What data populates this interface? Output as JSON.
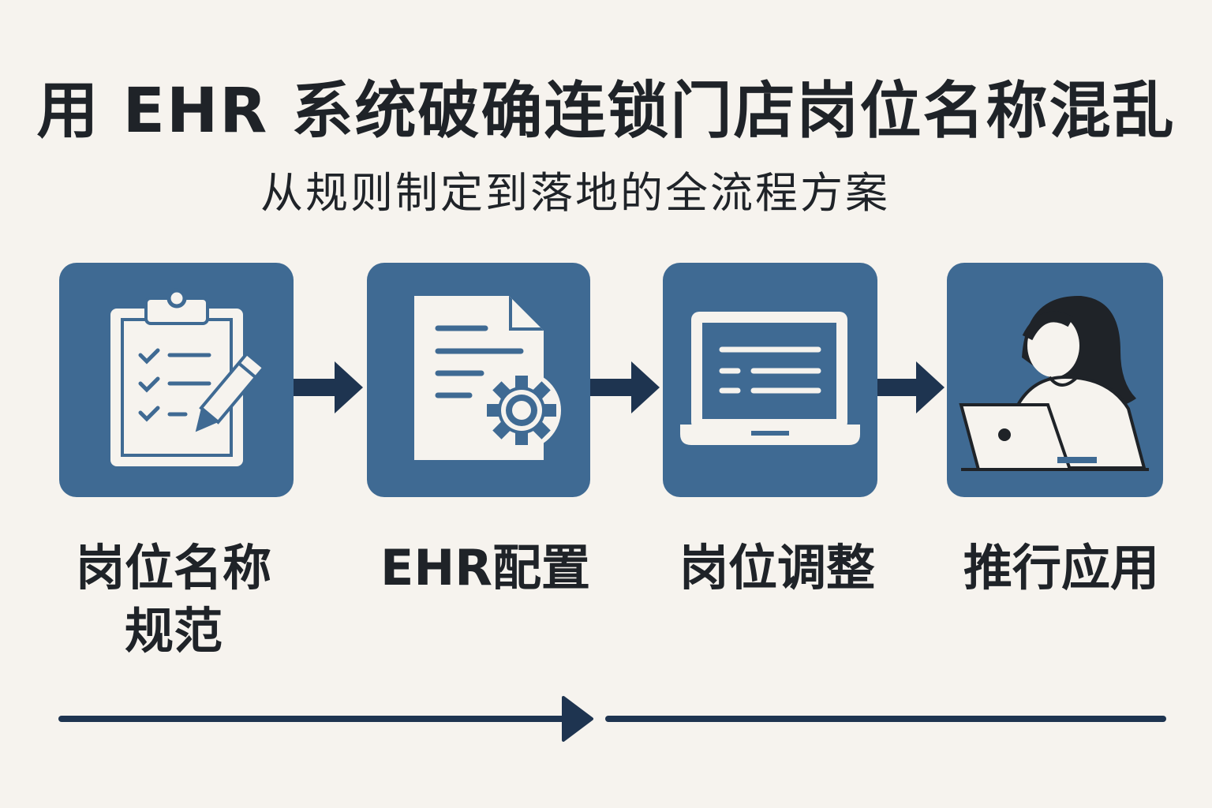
{
  "title": "用 EHR 系统破确连锁门店岗位名称混乱",
  "subtitle": "从规则制定到落地的全流程方案",
  "steps": [
    {
      "label_line1": "岗位名称",
      "label_line2": "规范",
      "icon": "clipboard-pencil-icon"
    },
    {
      "label": "EHR配置",
      "icon": "document-gear-icon"
    },
    {
      "label": "岗位调整",
      "icon": "laptop-list-icon"
    },
    {
      "label": "推行应用",
      "icon": "person-laptop-icon"
    }
  ],
  "colors": {
    "background": "#f6f3ee",
    "box": "#3f6a93",
    "arrow": "#1e3450",
    "text": "#1f2328"
  }
}
